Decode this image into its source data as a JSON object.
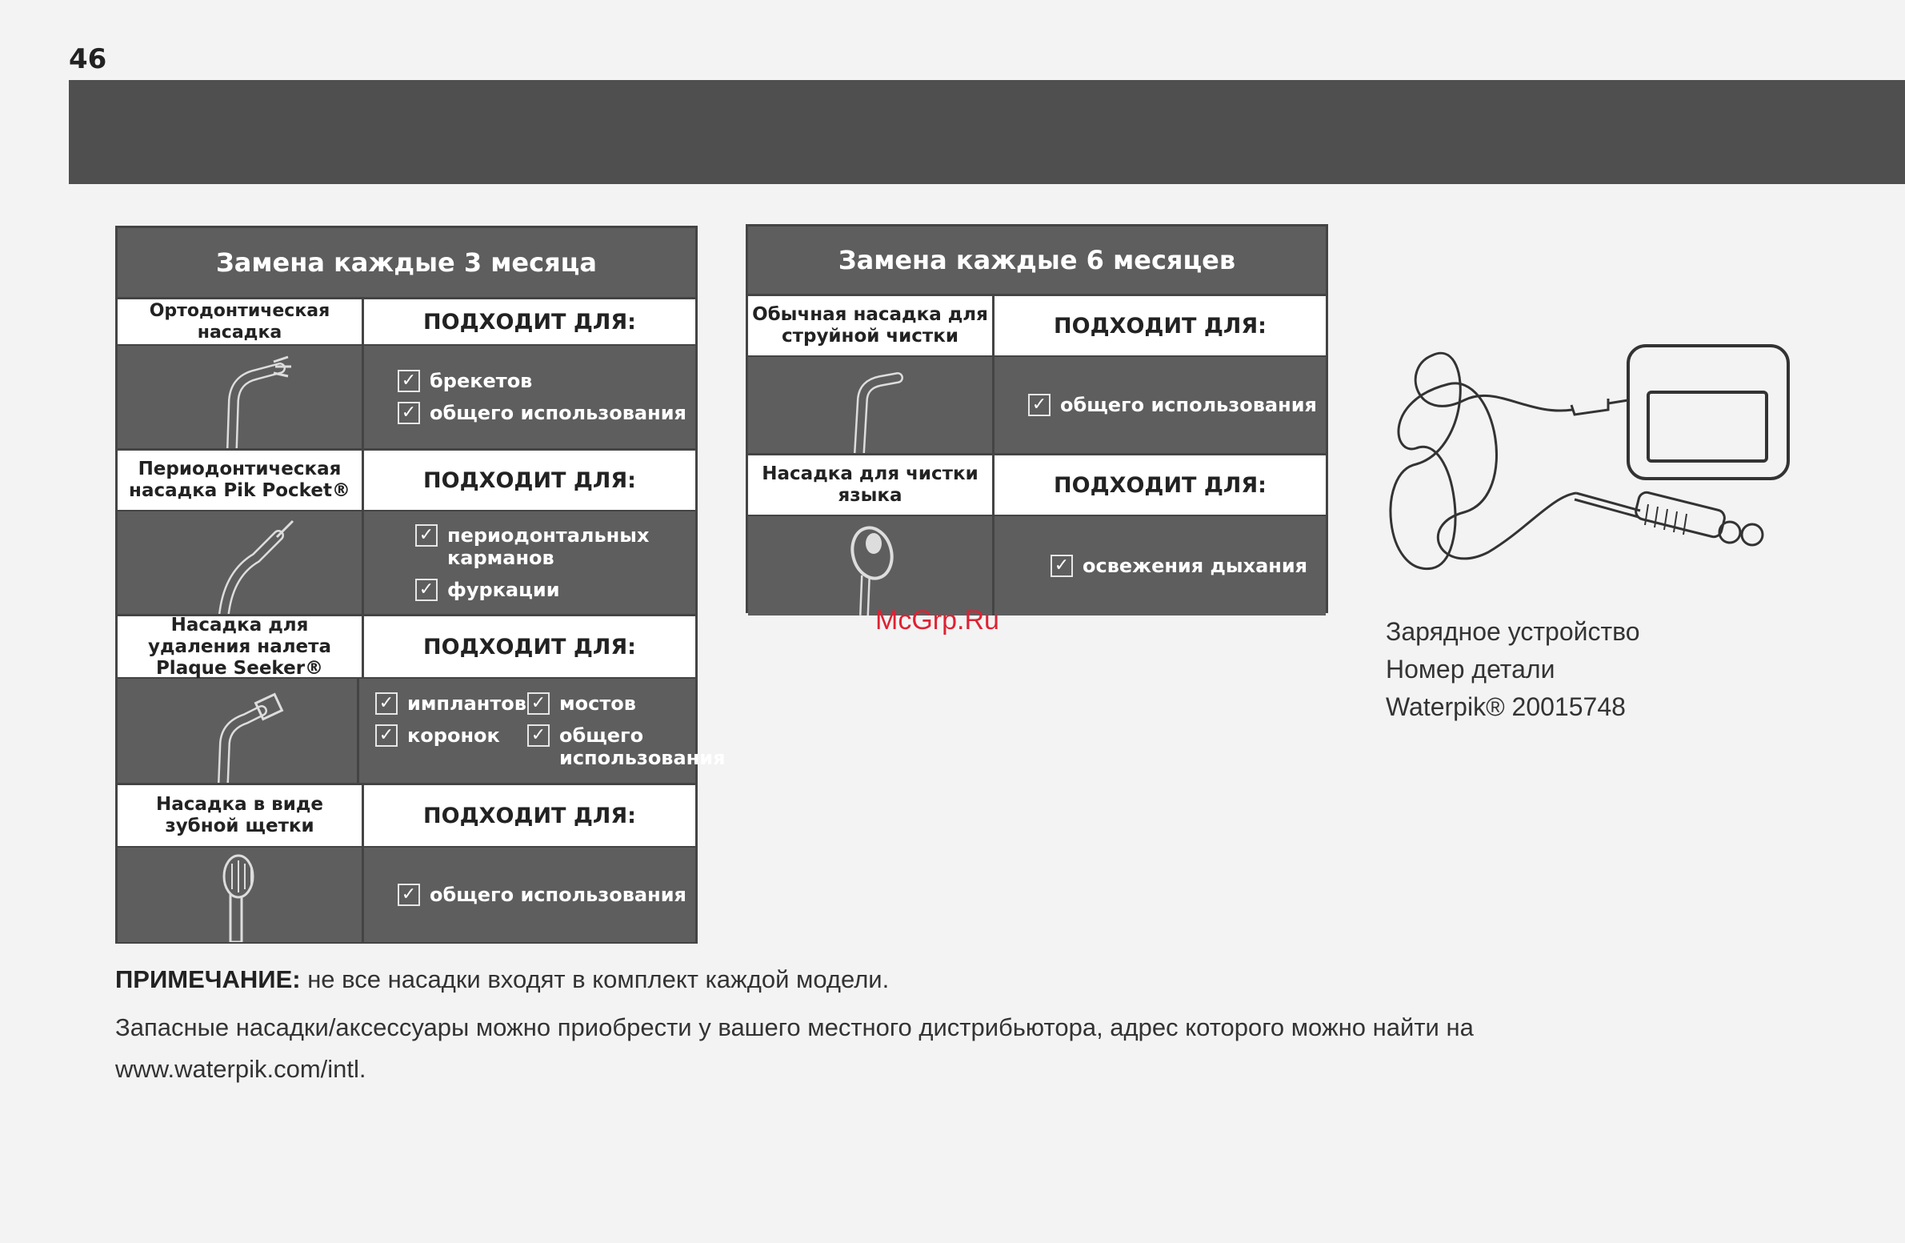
{
  "page": {
    "number": "46"
  },
  "table3": {
    "title": "Замена каждые 3 месяца",
    "rows": [
      {
        "name": "Ортодонтическая насадка",
        "fit": "ПОДХОДИТ ДЛЯ:",
        "options": [
          "брекетов",
          "общего использования"
        ]
      },
      {
        "name": "Периодонтическая насадка Pik Pocket®",
        "fit": "ПОДХОДИТ ДЛЯ:",
        "options": [
          "периодонтальных карманов",
          "фуркации"
        ]
      },
      {
        "name": "Насадка для удаления налета Plaque Seeker®",
        "fit": "ПОДХОДИТ ДЛЯ:",
        "options": [
          "имплантов",
          "мостов",
          "коронок",
          "общего использования"
        ]
      },
      {
        "name": "Насадка в виде зубной щетки",
        "fit": "ПОДХОДИТ ДЛЯ:",
        "options": [
          "общего использования"
        ]
      }
    ]
  },
  "table6": {
    "title": "Замена каждые 6 месяцев",
    "rows": [
      {
        "name": "Обычная насадка для струйной чистки",
        "fit": "ПОДХОДИТ ДЛЯ:",
        "options": [
          "общего использования"
        ]
      },
      {
        "name": "Насадка для чистки языка",
        "fit": "ПОДХОДИТ ДЛЯ:",
        "options": [
          "освежения дыхания"
        ]
      }
    ]
  },
  "charger": {
    "line1": "Зарядное устройство",
    "line2": "Номер детали",
    "line3": "Waterpik® 20015748"
  },
  "watermark": "McGrp.Ru",
  "note": {
    "label": "ПРИМЕЧАНИЕ:",
    "text": " не все насадки входят в комплект каждой модели."
  },
  "footer": {
    "line1": "Запасные насадки/аксессуары можно приобрести у вашего местного дистрибьютора, адрес которого можно найти на",
    "line2": "www.waterpik.com/intl."
  },
  "check_mark": "✓"
}
